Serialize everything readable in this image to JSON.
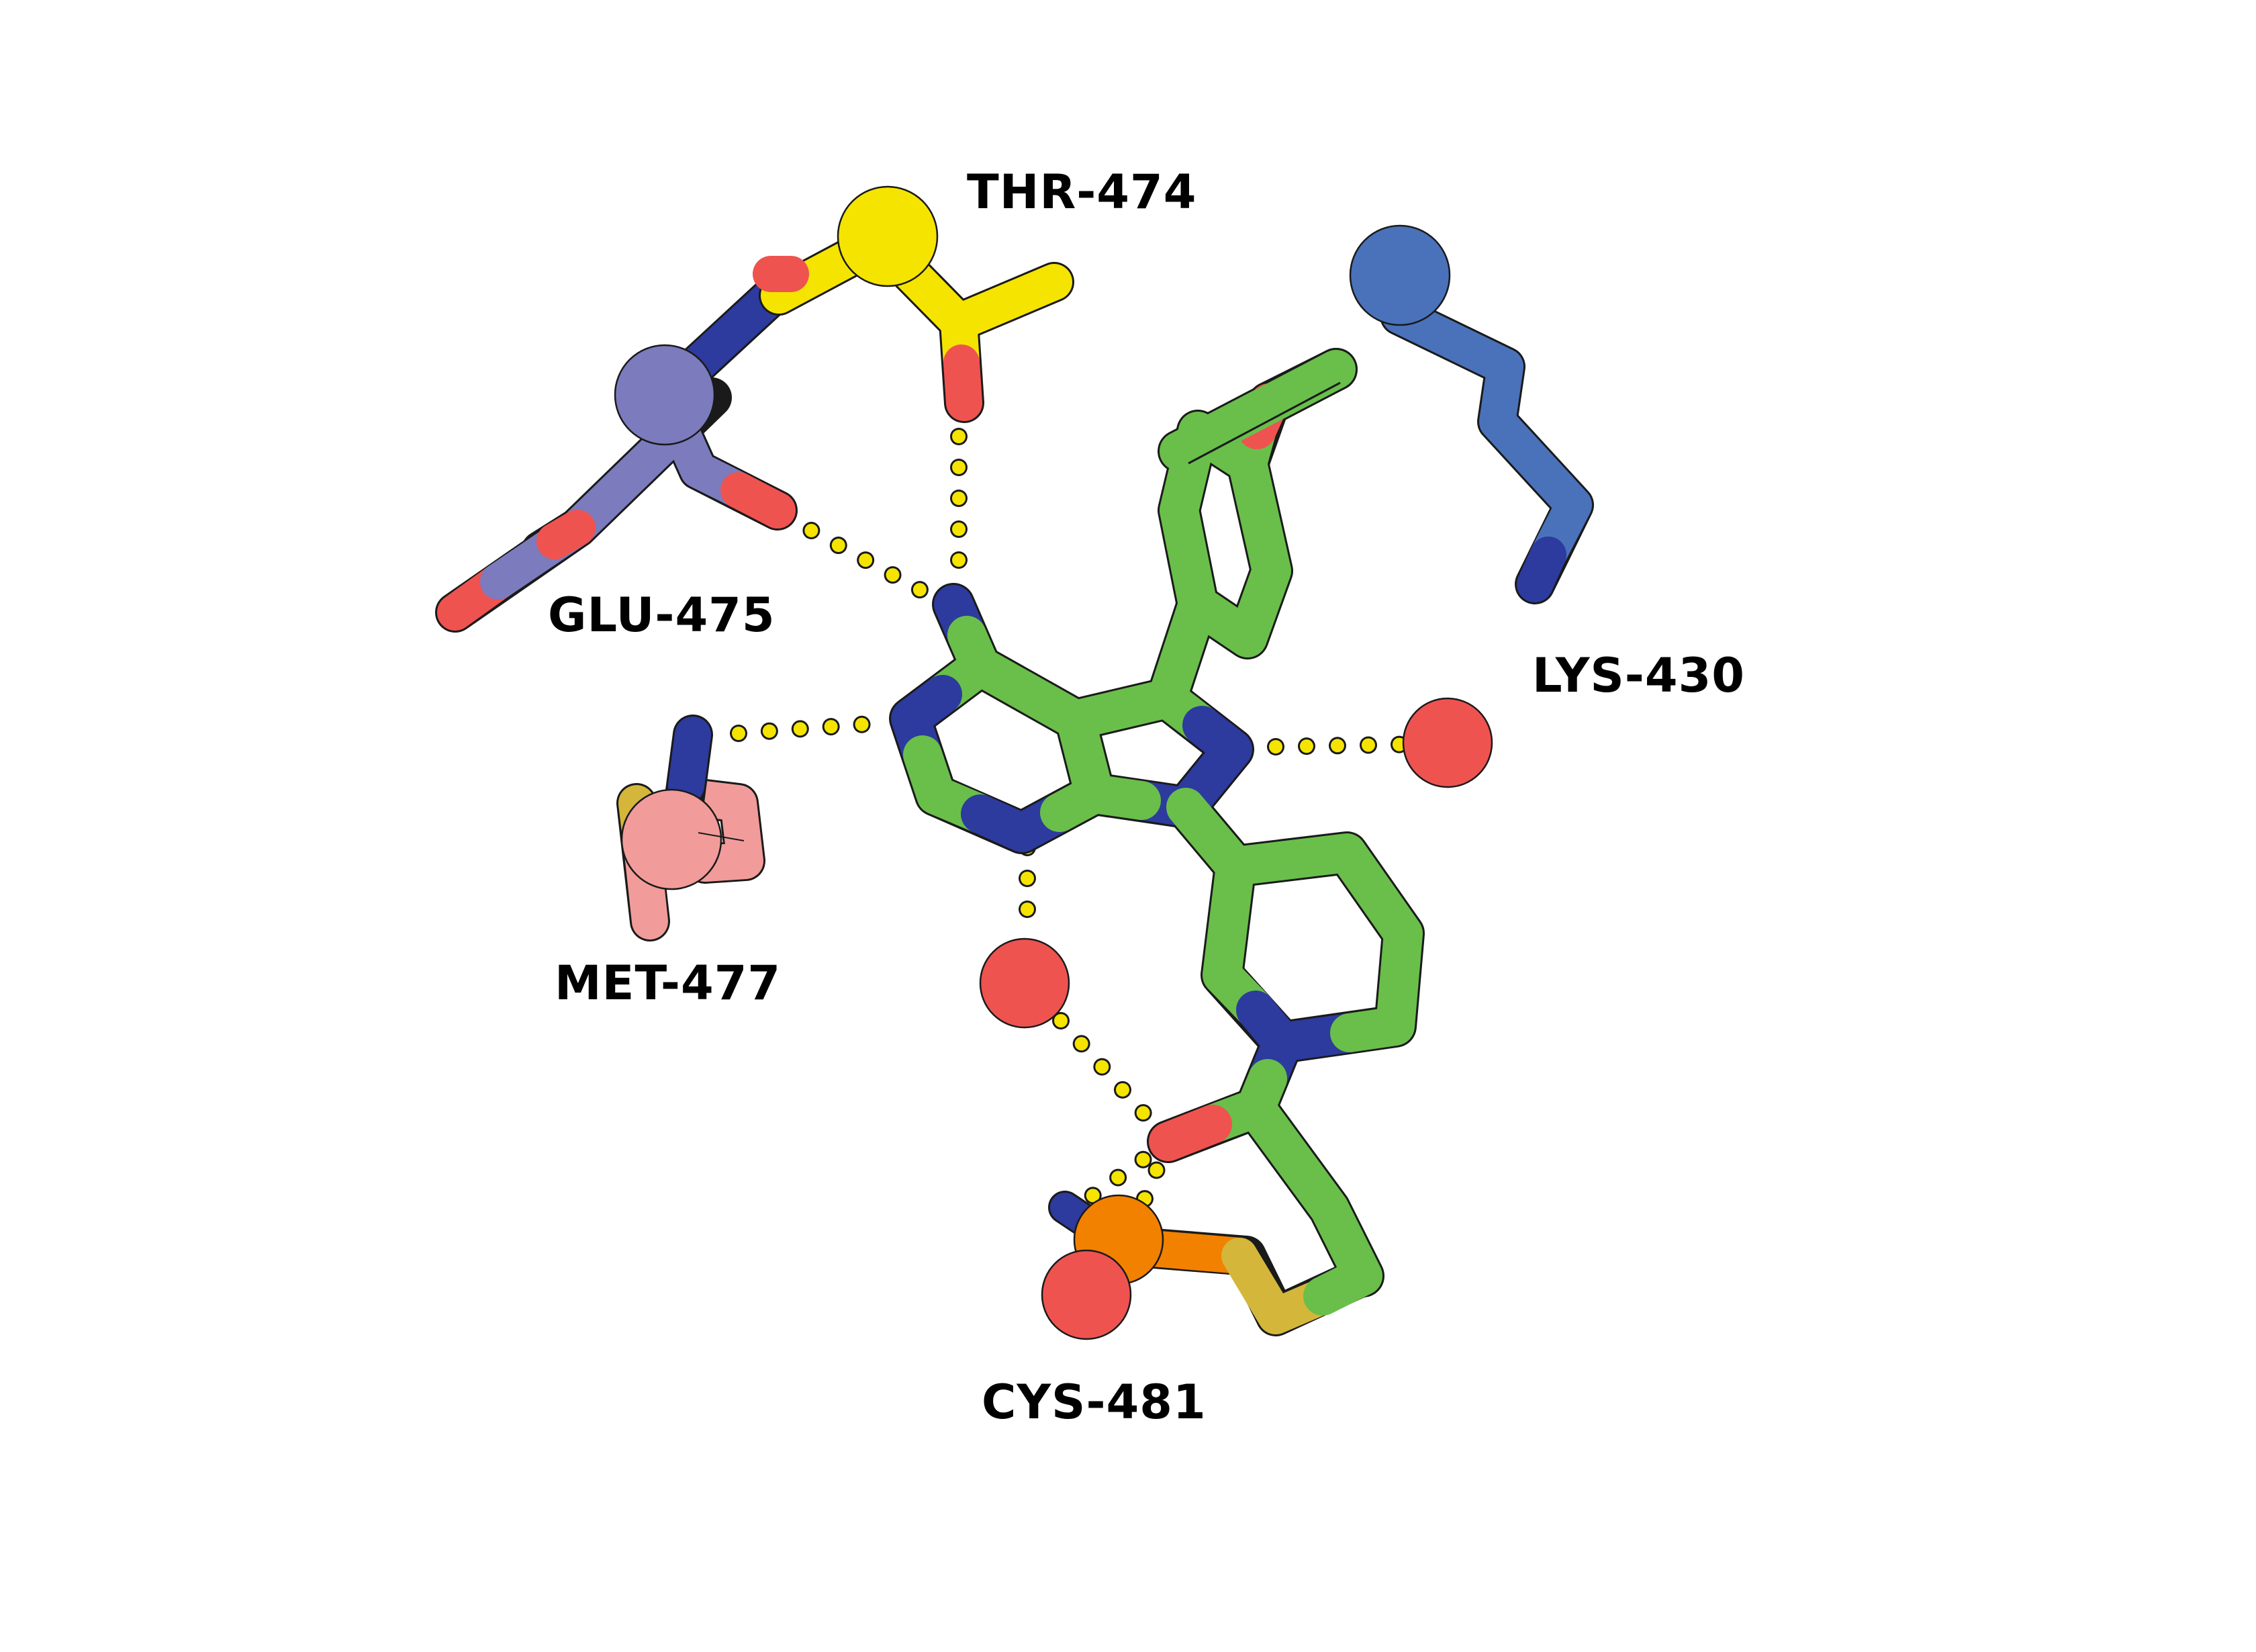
{
  "labels": {
    "thr": "THR-474",
    "glu": "GLU-475",
    "lys": "LYS-430",
    "met": "MET-477",
    "cys": "CYS-481"
  },
  "colors": {
    "ligand_carbon": "#69bf4a",
    "nitrogen": "#2d3a9e",
    "oxygen": "#ef5350",
    "sulfur": "#d4b63a",
    "thr_carbon": "#f5e400",
    "glu_carbon": "#7b7bbd",
    "lys_carbon": "#4a72ba",
    "met_carbon": "#f19c9a",
    "cys_carbon": "#f28100",
    "hbond": "#f5e400",
    "water": "#ef5350"
  }
}
